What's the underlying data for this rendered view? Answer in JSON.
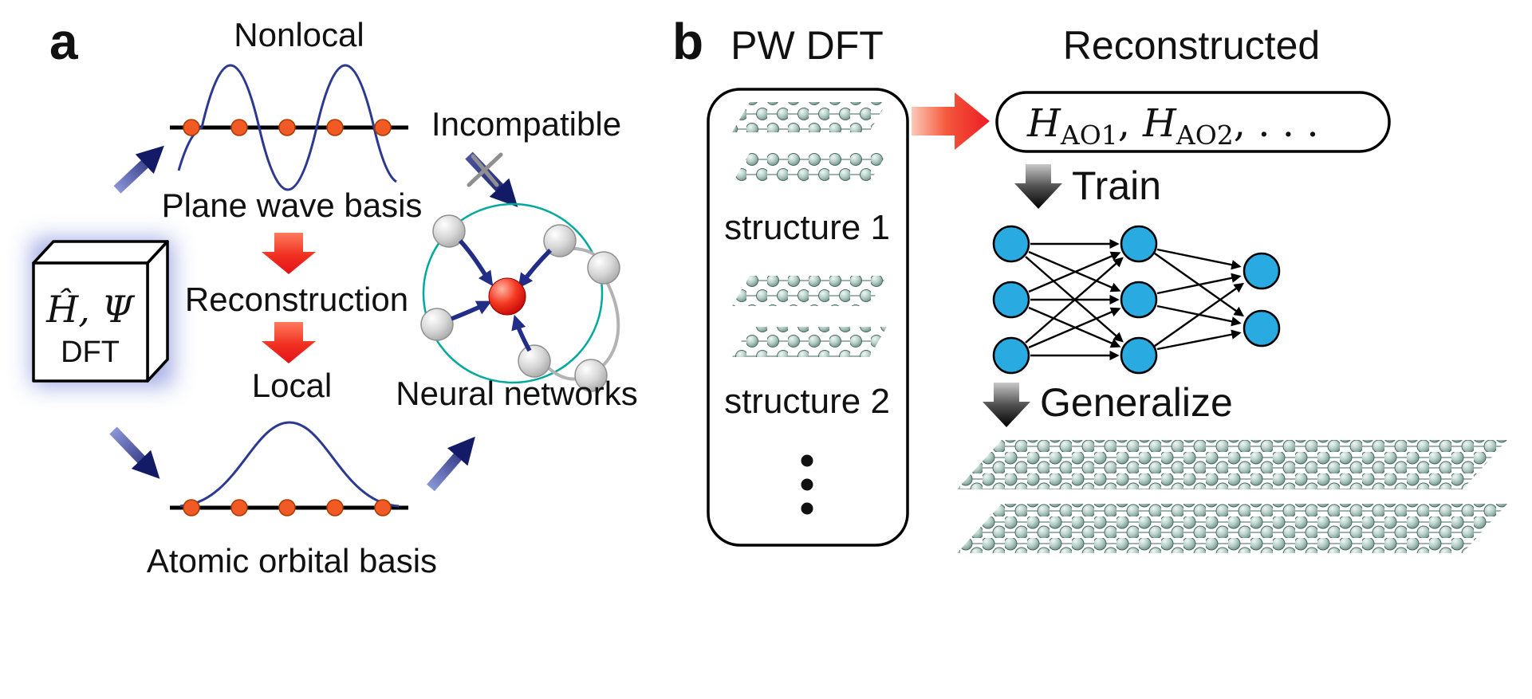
{
  "panel_a": {
    "label": "a",
    "nonlocal_label": "Nonlocal",
    "plane_wave_label": "Plane wave basis",
    "incompatible_label": "Incompatible",
    "reconstruction_label": "Reconstruction",
    "local_label": "Local",
    "atomic_orbital_label": "Atomic orbital basis",
    "neural_networks_label": "Neural networks",
    "cube": {
      "math": "Ĥ, Ψ",
      "name": "DFT"
    }
  },
  "panel_b": {
    "label": "b",
    "pw_dft_label": "PW DFT",
    "structure1_label": "structure 1",
    "structure2_label": "structure 2",
    "reconstructed_label": "Reconstructed",
    "hamiltonian": {
      "h1": "H",
      "sub1": "AO1",
      "sep": ",",
      "h2": "H",
      "sub2": "AO2",
      "tail": ", . . ."
    },
    "train_label": "Train",
    "generalize_label": "Generalize"
  },
  "colors": {
    "navy_arrow": "#222d87",
    "navy_dark": "#141b66",
    "red_accent": "#ed1c24",
    "gray_text": "#9b9b9b",
    "teal_ring": "#00a99d",
    "node_blue": "#29abe2",
    "orange_dot": "#f15a24",
    "curve_blue": "#2b3990",
    "sphere_teal": "#7d9e96"
  }
}
